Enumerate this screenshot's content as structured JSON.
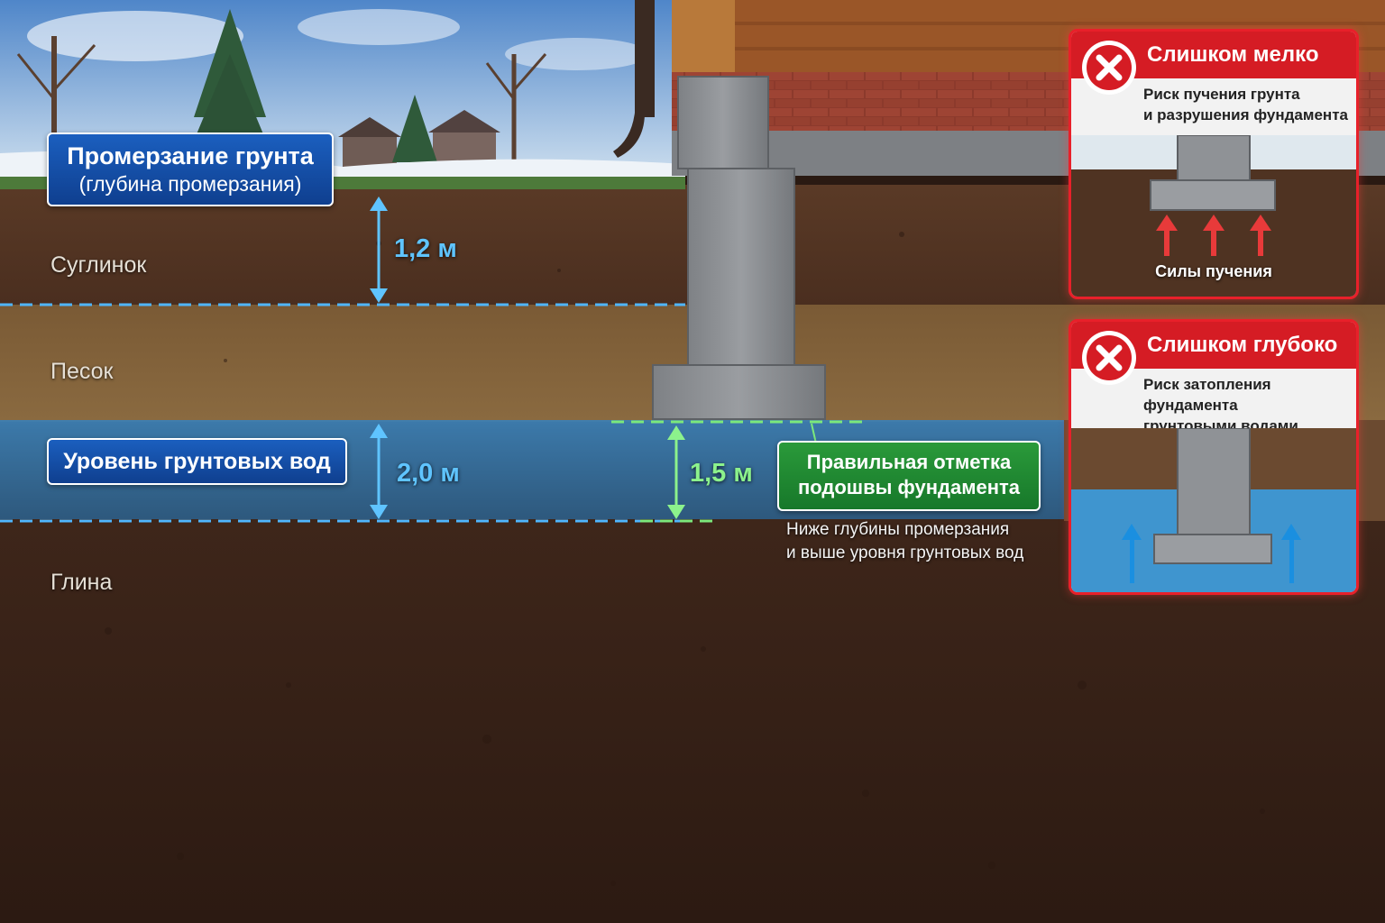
{
  "frost": {
    "title": "Промерзание грунта",
    "subtitle": "(глубина промерзания)",
    "depth_label": "1,2 м"
  },
  "layers": {
    "loam": "Суглинок",
    "sand": "Песок",
    "clay": "Глина"
  },
  "groundwater": {
    "title": "Уровень грунтовых вод",
    "depth_label": "2,0 м"
  },
  "footing": {
    "depth_label": "1,5 м",
    "title_line1": "Правильная отметка",
    "title_line2": "подошвы фундамента",
    "note_line1": "Ниже глубины промерзания",
    "note_line2": "и выше уровня грунтовых вод"
  },
  "warnings": [
    {
      "title": "Слишком мелко",
      "desc_line1": "Риск пучения грунта",
      "desc_line2": "и разрушения фундамента",
      "caption": "Силы пучения"
    },
    {
      "title": "Слишком глубоко",
      "desc_line1": "Риск затопления фундамента",
      "desc_line2": "грунтовыми водами"
    }
  ],
  "colors": {
    "frost_blue": "#1b5fbf",
    "dimension_blue": "#5fc4ff",
    "correct_green": "#2a9a3a",
    "warning_red": "#d51c24",
    "groundwater": "#4aa8e8",
    "concrete": "#8f9296"
  }
}
